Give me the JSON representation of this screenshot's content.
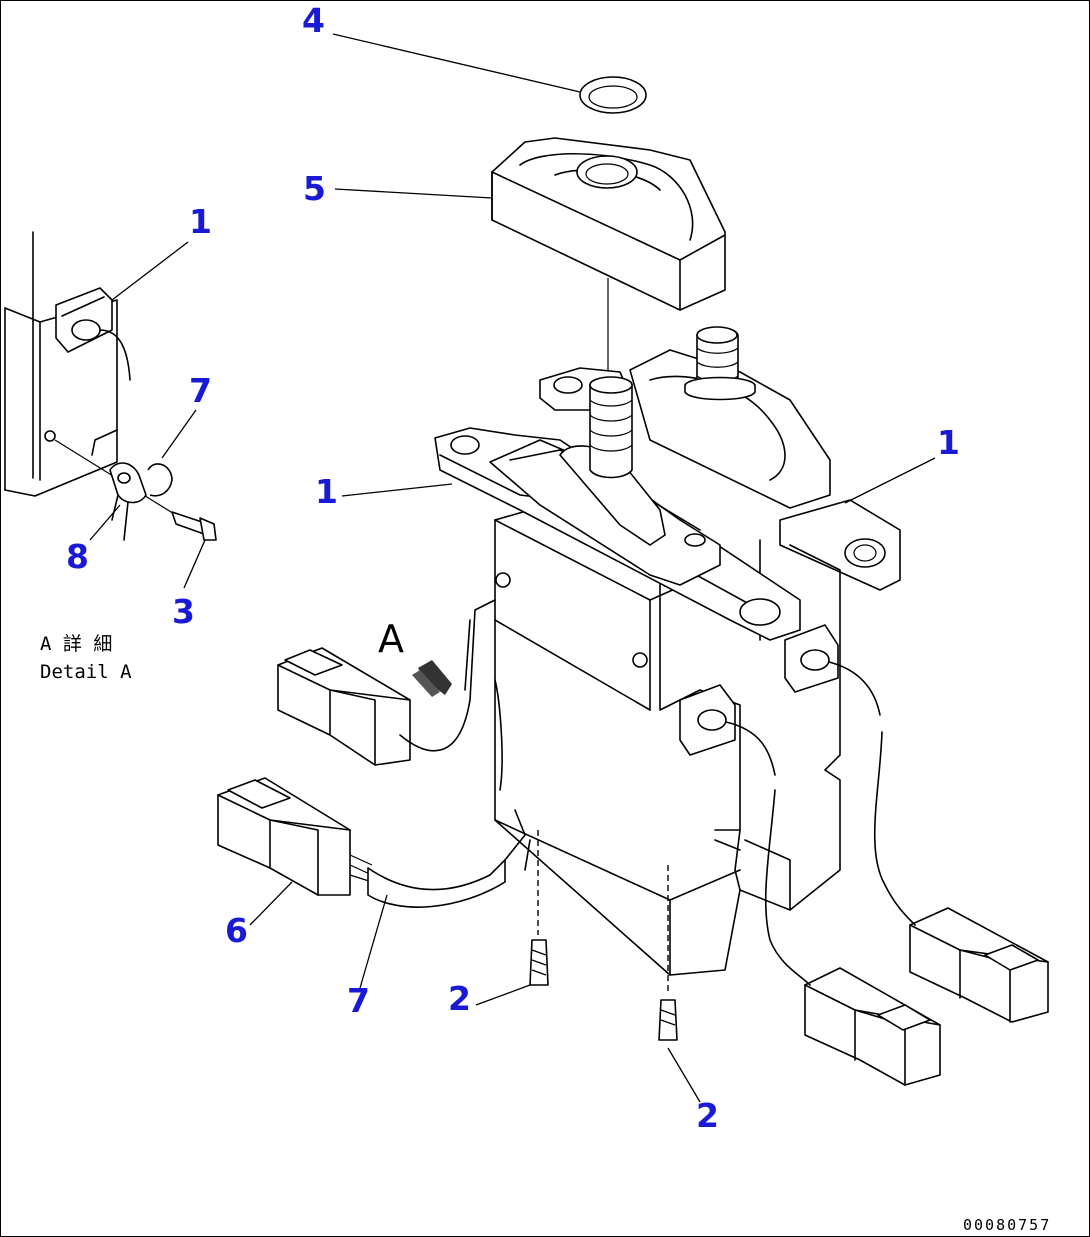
{
  "callouts": {
    "c4": "4",
    "c5": "5",
    "c1_detail": "1",
    "c7_detail": "7",
    "c8": "8",
    "c3": "3",
    "c1_left": "1",
    "c1_right": "1",
    "c6": "6",
    "c7_harness": "7",
    "c2_left": "2",
    "c2_right": "2"
  },
  "detail_label": {
    "jp": "A 詳 細",
    "en": "Detail A"
  },
  "view_arrow_label": "A",
  "doc_number": "00080757",
  "colors": {
    "callout": "#1a1ad6",
    "line": "#000000",
    "background": "#ffffff"
  }
}
